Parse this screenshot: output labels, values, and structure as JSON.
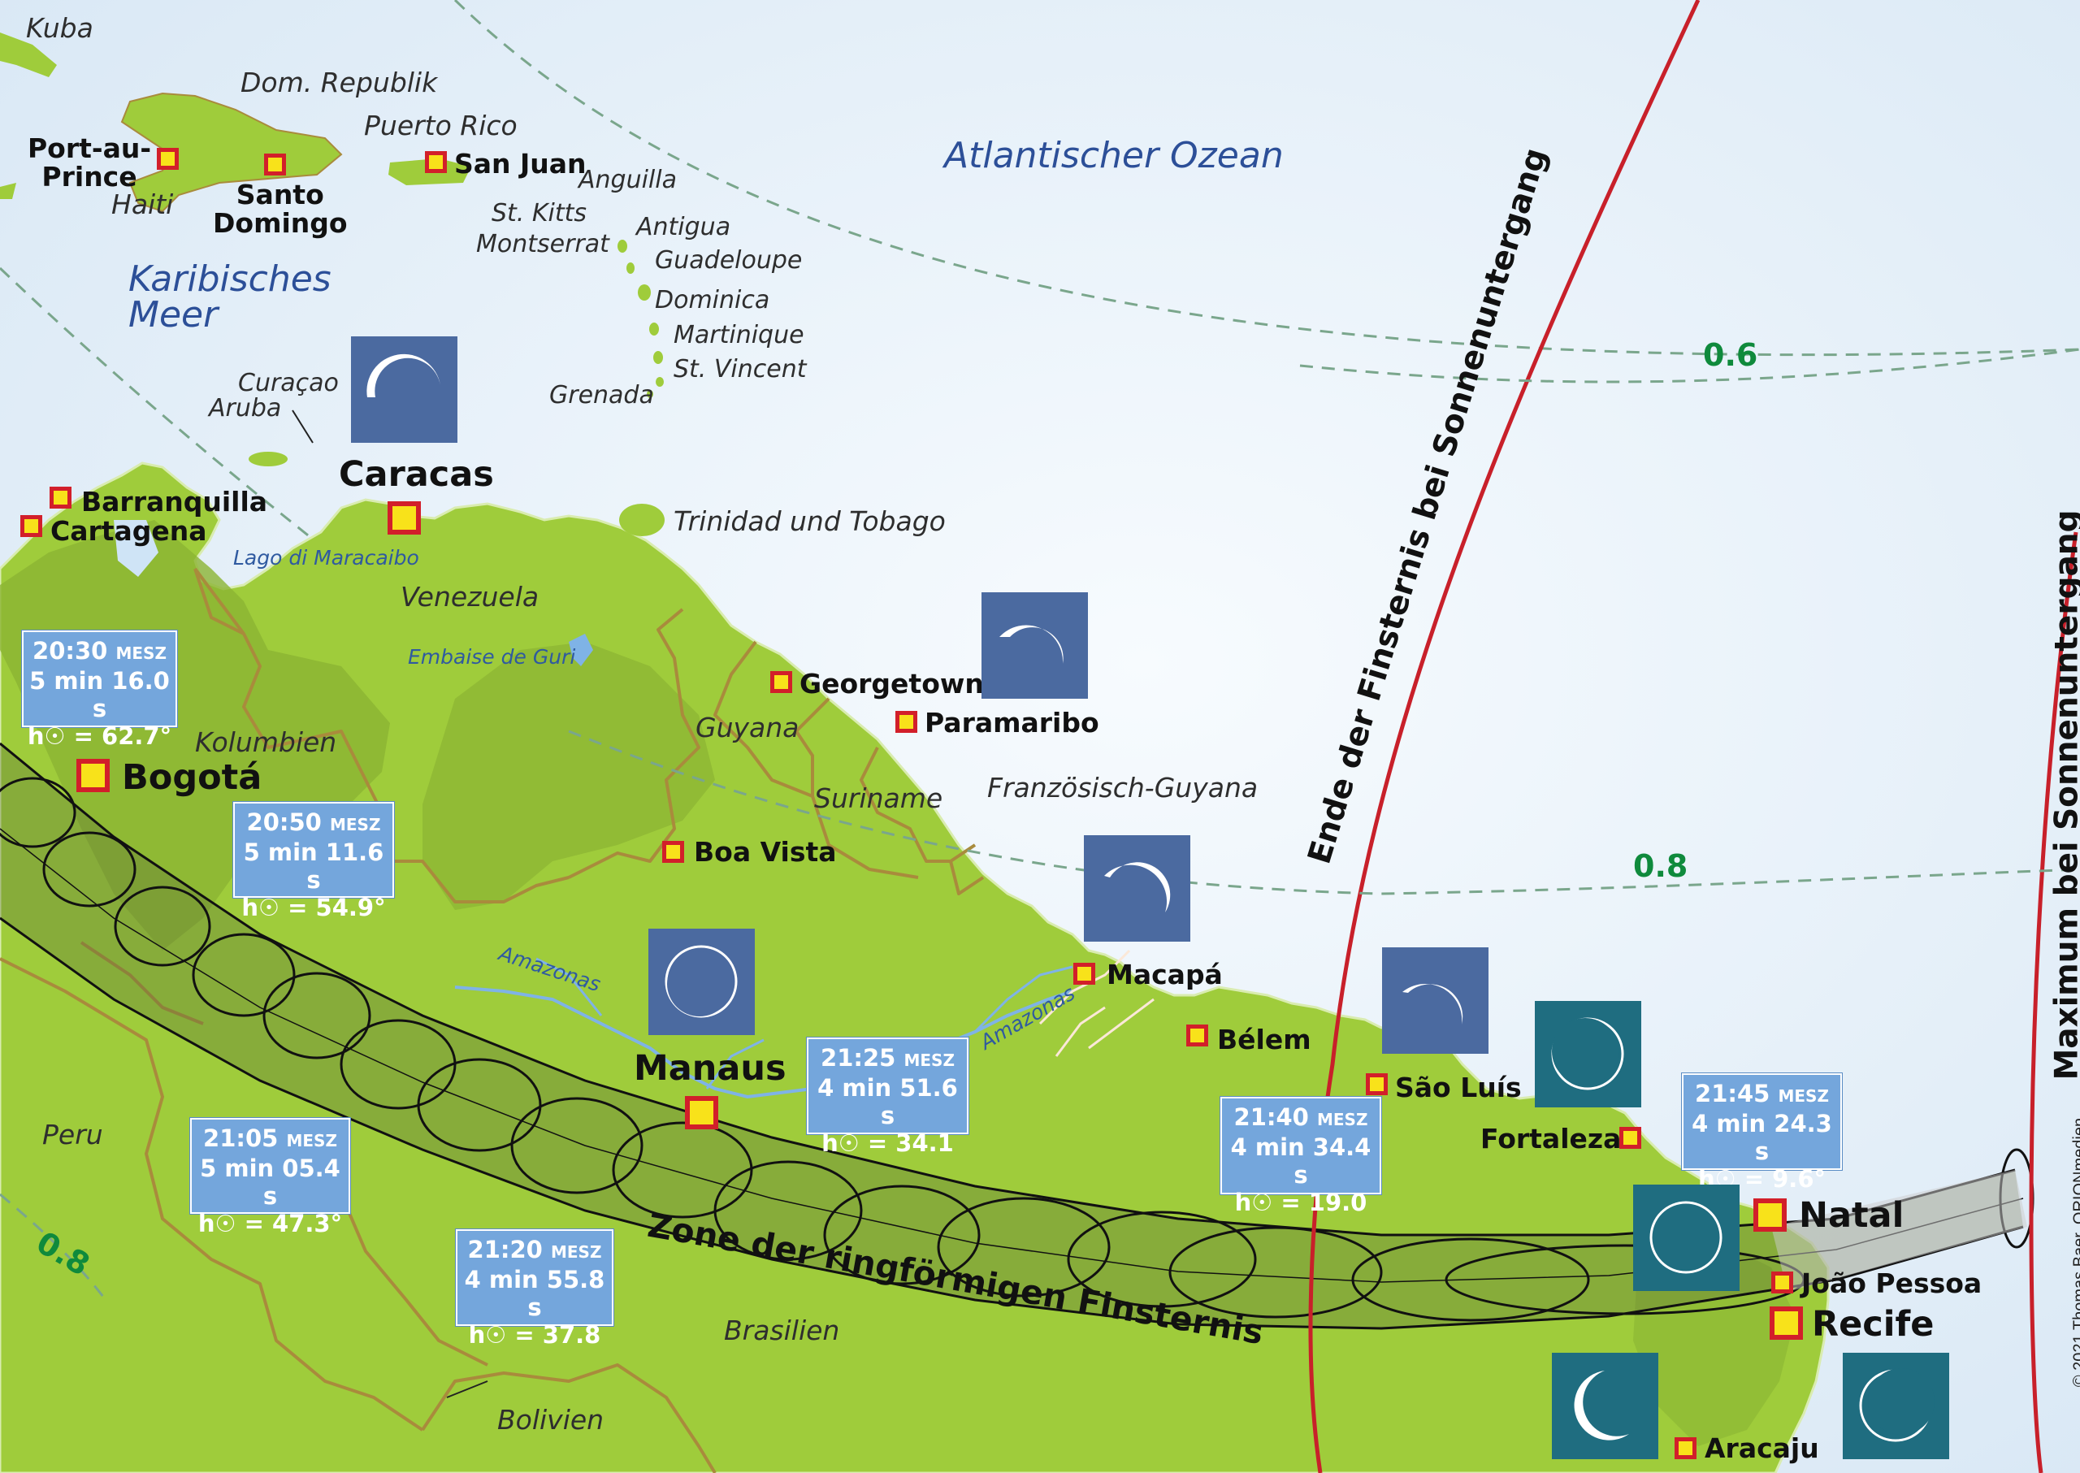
{
  "map": {
    "ocean_labels": {
      "atlantic": "Atlantischer Ozean",
      "caribbean": "Karibisches\nMeer"
    },
    "countries": {
      "kuba": "Kuba",
      "dom_republik": "Dom. Republik",
      "puerto_rico": "Puerto Rico",
      "haiti": "Haiti",
      "venezuela": "Venezuela",
      "kolumbien": "Kolumbien",
      "guyana": "Guyana",
      "suriname": "Suriname",
      "franz_guyana": "Französisch-Guyana",
      "peru": "Peru",
      "brasilien": "Brasilien",
      "bolivien": "Bolivien",
      "trinidad": "Trinidad und Tobago"
    },
    "islands": {
      "anguilla": "Anguilla",
      "st_kitts": "St. Kitts",
      "montserrat": "Montserrat",
      "antigua": "Antigua",
      "guadeloupe": "Guadeloupe",
      "dominica": "Dominica",
      "martinique": "Martinique",
      "st_vincent": "St. Vincent",
      "grenada": "Grenada",
      "curacao": "Curaçao",
      "aruba": "Aruba"
    },
    "water": {
      "maracaibo": "Lago di Maracaibo",
      "guri": "Embaise de Guri",
      "amazonas1": "Amazonas",
      "amazonas2": "Amazonas"
    },
    "cities": {
      "port_au_prince": "Port-au-\nPrince",
      "santo_domingo": "Santo\nDomingo",
      "san_juan": "San Juan",
      "barranquilla": "Barranquilla",
      "cartagena": "Cartagena",
      "caracas": "Caracas",
      "bogota": "Bogotá",
      "georgetown": "Georgetown",
      "paramaribo": "Paramaribo",
      "boa_vista": "Boa Vista",
      "manaus": "Manaus",
      "macapa": "Macapá",
      "belem": "Bélem",
      "sao_luis": "São Luís",
      "fortaleza": "Fortaleza",
      "natal": "Natal",
      "joao_pessoa": "João Pessoa",
      "recife": "Recife",
      "aracaju": "Aracaju"
    },
    "contours": {
      "c06": "0.6",
      "c08a": "0.8",
      "c08b": "0.8"
    },
    "line_labels": {
      "ende": "Ende der Finsternis bei Sonnenuntergang",
      "maximum": "Maximum bei Sonnenuntergang"
    },
    "zone_label": "Zone der ringförmigen Finsternis",
    "info_boxes": [
      {
        "time": "20:30",
        "unit": "MESZ",
        "duration": "5 min 16.0 s",
        "altitude": "h☉ = 62.7°"
      },
      {
        "time": "20:50",
        "unit": "MESZ",
        "duration": "5 min 11.6 s",
        "altitude": "h☉ = 54.9°"
      },
      {
        "time": "21:05",
        "unit": "MESZ",
        "duration": "5 min 05.4 s",
        "altitude": "h☉ = 47.3°"
      },
      {
        "time": "21:20",
        "unit": "MESZ",
        "duration": "4 min 55.8 s",
        "altitude": "h☉ = 37.8"
      },
      {
        "time": "21:25",
        "unit": "MESZ",
        "duration": "4 min 51.6 s",
        "altitude": "h☉ = 34.1"
      },
      {
        "time": "21:40",
        "unit": "MESZ",
        "duration": "4 min 34.4 s",
        "altitude": "h☉ = 19.0"
      },
      {
        "time": "21:45",
        "unit": "MESZ",
        "duration": "4 min 24.3 s",
        "altitude": "h☉ = 9.6°"
      }
    ],
    "copyright": "© 2021 Thomas Baer, ORIONmedien",
    "colors": {
      "land": "#9fcc3b",
      "ocean": "#e4f0f9",
      "border": "#a98b3c",
      "icon_blue": "#4b6aa0",
      "icon_teal": "#1f6d80",
      "limit_line": "#c8202a",
      "info_box": "#74a6dc",
      "contour": "#0f8a3c"
    }
  }
}
